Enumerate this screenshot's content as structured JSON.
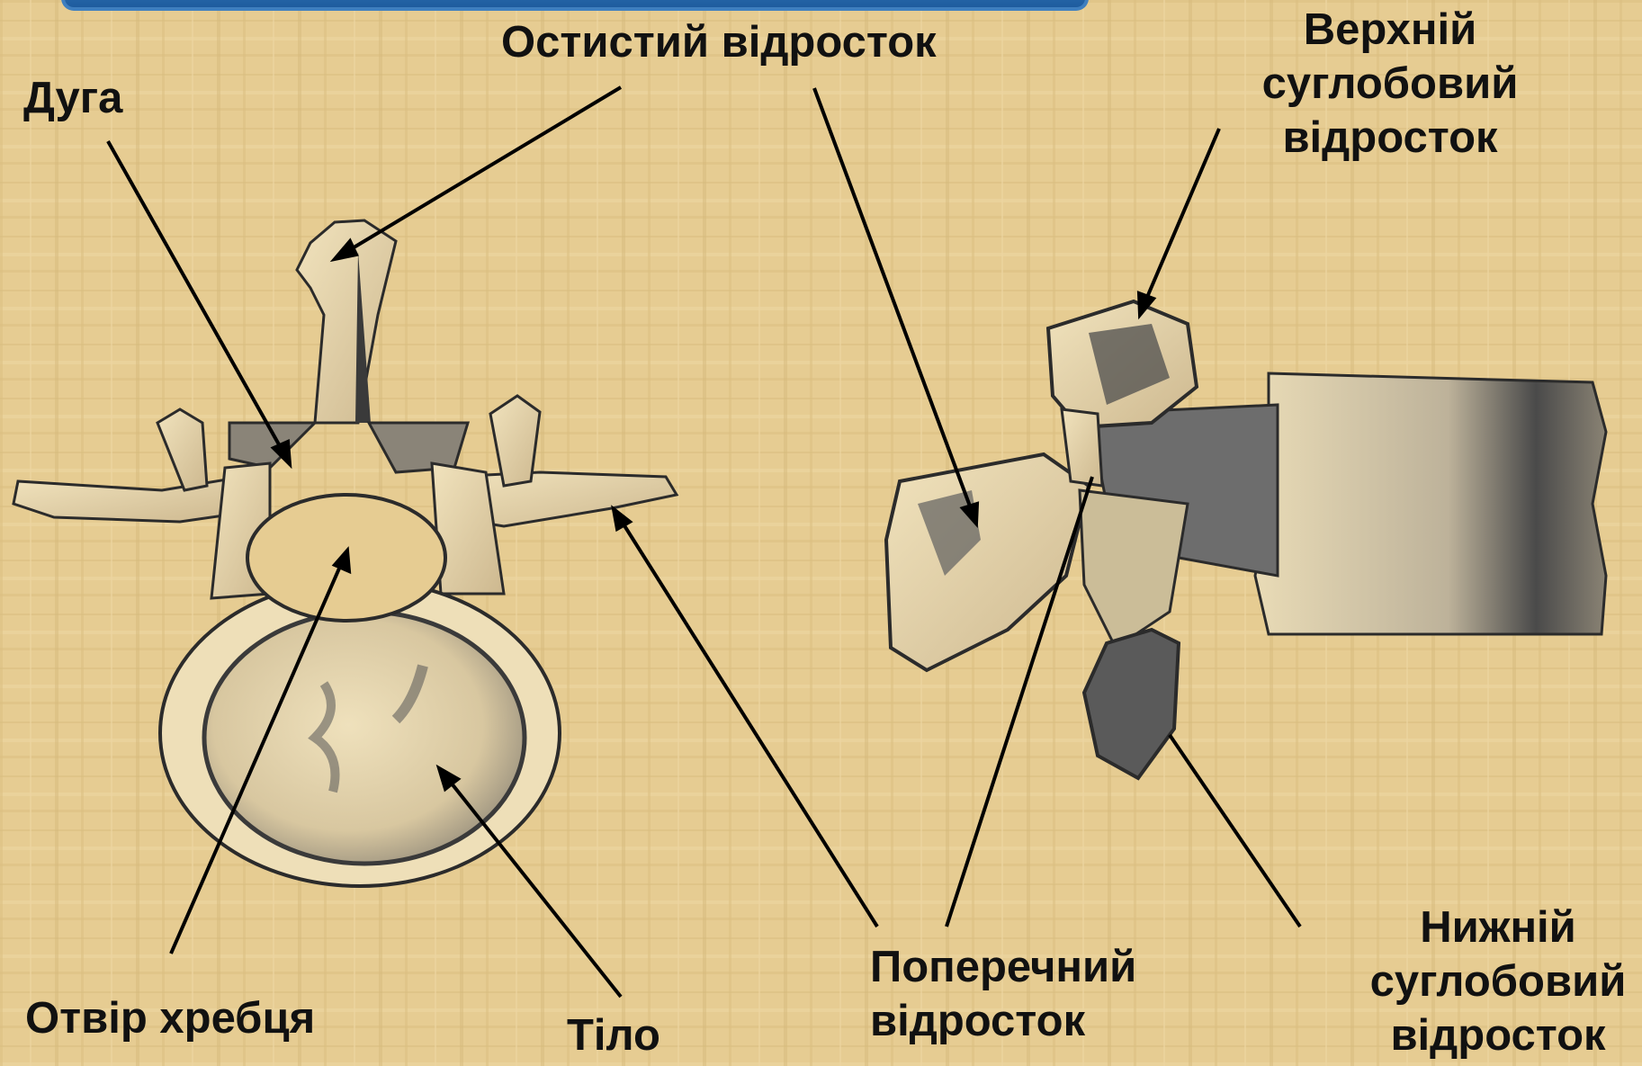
{
  "colors": {
    "paper": "#e6cc92",
    "paper_dark": "#d3b678",
    "bone": "#eedfb8",
    "bone_shadow": "#6f6f6f",
    "bone_dark": "#2c2c2c",
    "label_text": "#111111",
    "pointer_line": "#000000",
    "title_bar": "#2d6fb3"
  },
  "labels": {
    "arch": [
      "Дуга"
    ],
    "spinous_process": [
      "Остистий відросток"
    ],
    "superior_articular_process": [
      "Верхній",
      "суглобовий",
      "відросток"
    ],
    "vertebral_foramen": [
      "Отвір хребця"
    ],
    "body": [
      "Тіло"
    ],
    "transverse_process": [
      "Поперечний",
      "відросток"
    ],
    "inferior_articular_process": [
      "Нижній",
      "суглобовий",
      "відросток"
    ]
  }
}
